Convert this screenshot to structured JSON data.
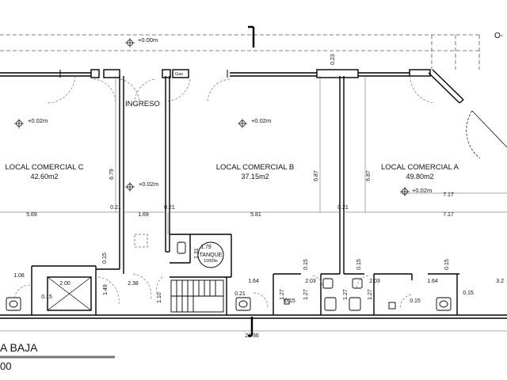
{
  "rooms": {
    "c": {
      "name": "LOCAL COMERCIAL C",
      "area": "42.60m2"
    },
    "b": {
      "name": "LOCAL COMERCIAL B",
      "area": "37.15m2"
    },
    "a": {
      "name": "LOCAL COMERCIAL A",
      "area": "49.80m2"
    }
  },
  "labels": {
    "ingreso": "INGRESO",
    "tanque": "TANQUE",
    "tanque_cap": "1000lts",
    "plan_title": "A BAJA",
    "scale": "00",
    "top_right": "O-"
  },
  "levels": {
    "top": "+0.00m",
    "c": "+0.02m",
    "b": "+0.02m",
    "corridor": "+0.02m",
    "a": "+0.02m"
  },
  "dims": {
    "d569": "5.69",
    "d169": "1.69",
    "d581": "5.81",
    "d717a": "7.17",
    "d717b": "7.17",
    "d021a": "0.21",
    "d021b": "0.21",
    "d021c": "0.21",
    "d021d": "0.21",
    "d679": "6.79",
    "d687a": "6.87",
    "d687b": "6.87",
    "d023": "0.23",
    "d015a": "0.15",
    "d015b": "0.15",
    "d015c": "0.15",
    "d015d": "0.15",
    "d015e": "0.15",
    "d015f": "0.15",
    "d015g": "0.15",
    "d015h": "0.15",
    "d108": "1.08",
    "d200": "2.00",
    "d238": "2.38",
    "d149": "1.49",
    "d110": "1.10",
    "d179": "1.79",
    "d131": "1.31",
    "d164a": "1.64",
    "d164b": "1.64",
    "d203a": "2.03",
    "d203b": "2.03",
    "d127a": "1.27",
    "d127b": "1.27",
    "d127c": "1.27",
    "d127d": "1.27",
    "d32": "3.2",
    "d2136": "21.36",
    "gas": "Gas"
  }
}
